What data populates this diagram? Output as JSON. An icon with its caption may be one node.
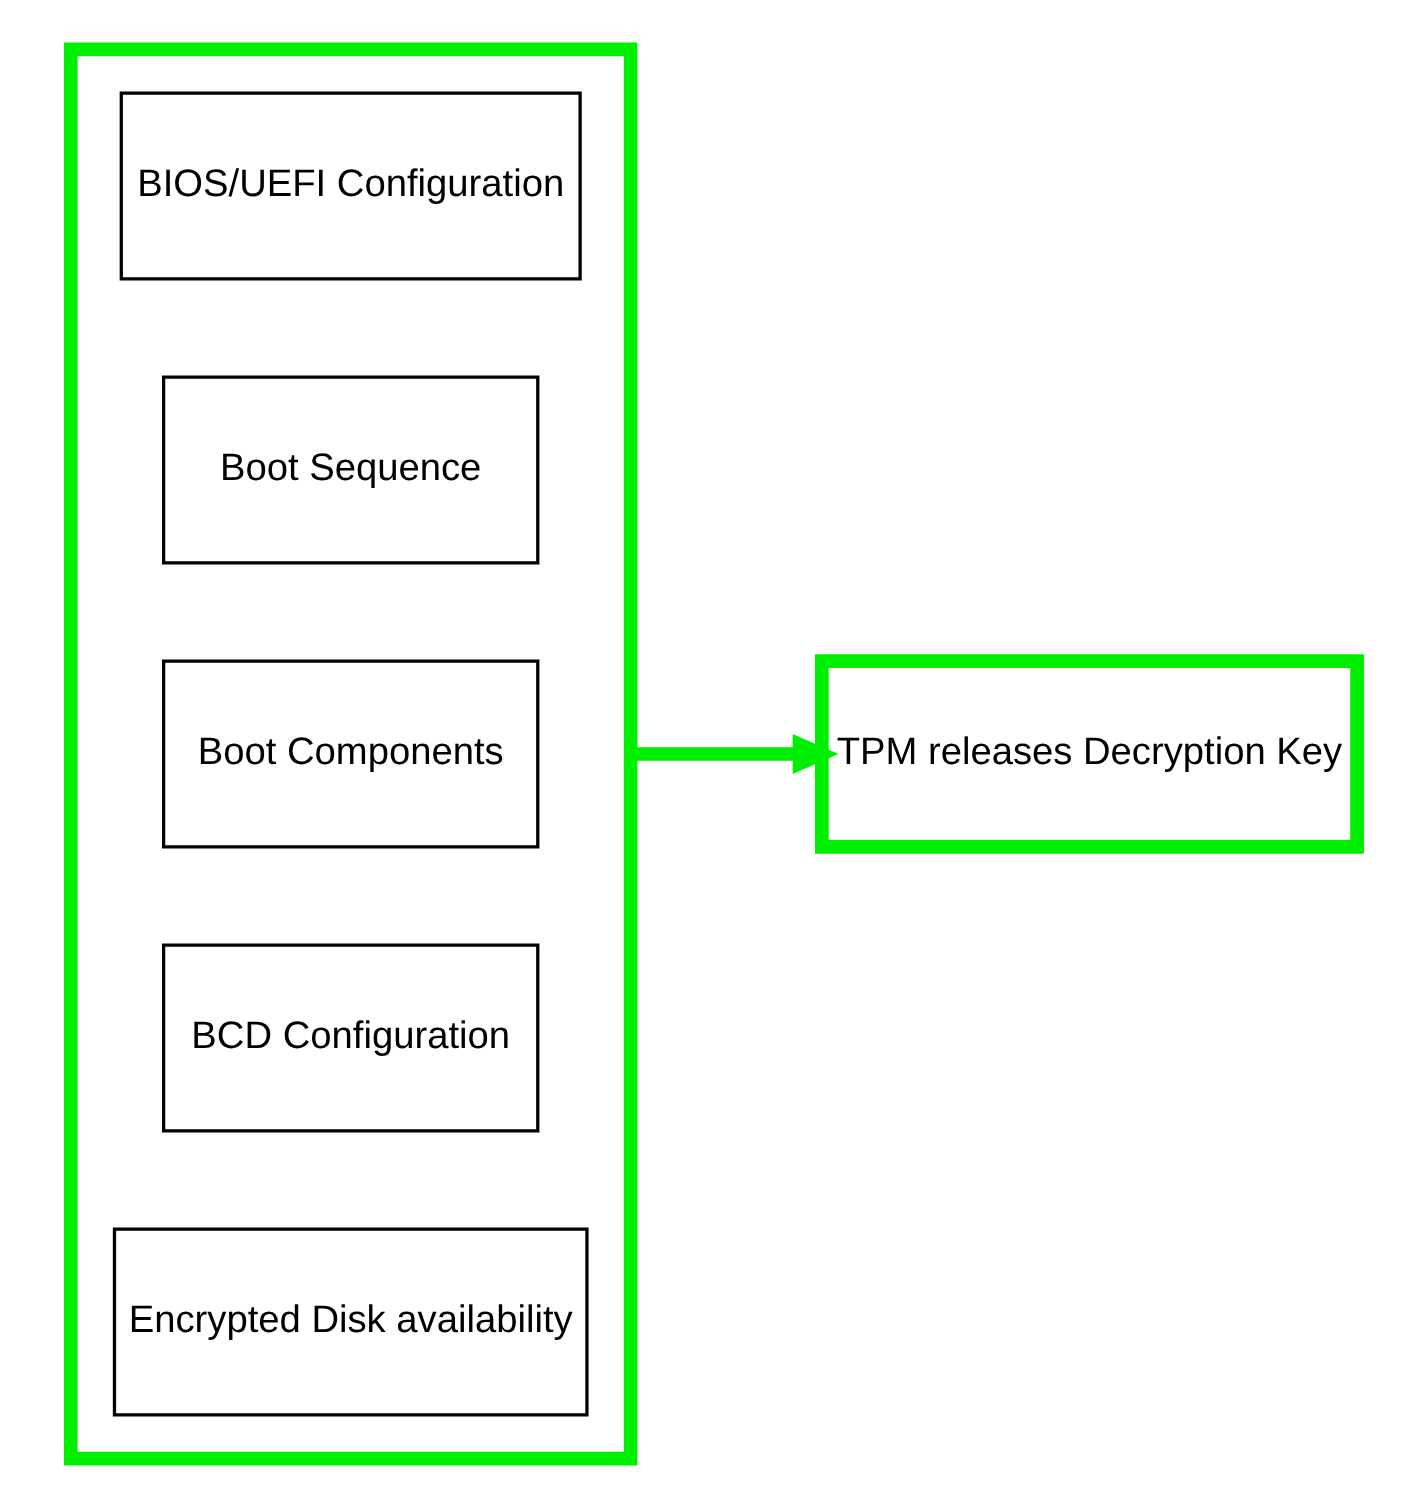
{
  "diagram": {
    "nodes": [
      {
        "text": [],
        "shape": "box"
      },
      {
        "text": [
          "BIOS/UEFI Configuration"
        ],
        "in": 0
      },
      {
        "text": [
          "Boot Sequence"
        ],
        "in": 0
      },
      {
        "text": [
          "Boot Components"
        ],
        "in": 0
      },
      {
        "text": [
          "BCD Configuration"
        ],
        "in": 0
      },
      {
        "text": [
          "Encrypted Disk availability"
        ],
        "in": 0
      },
      {
        "text": [
          "TPM releases Decryption Key"
        ]
      }
    ],
    "edges": [
      {
        "from": 0,
        "to": 6,
        "arrow": "to",
        "color": "#00ee00"
      }
    ]
  }
}
